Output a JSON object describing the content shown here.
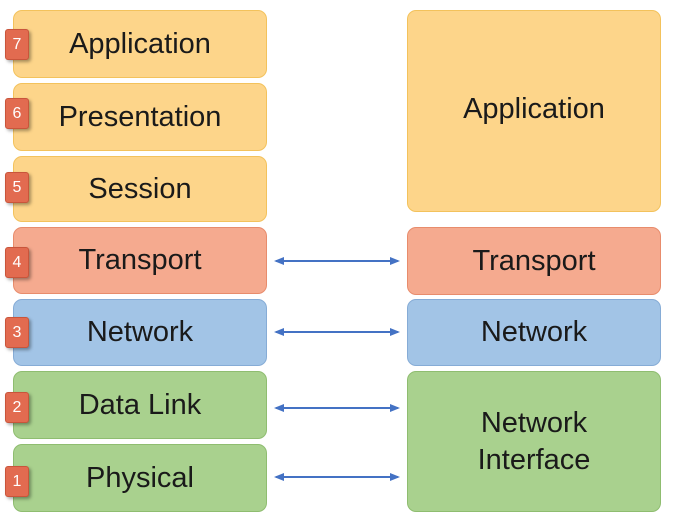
{
  "osi_model": {
    "layers": [
      {
        "number": "7",
        "name": "Application"
      },
      {
        "number": "6",
        "name": "Presentation"
      },
      {
        "number": "5",
        "name": "Session"
      },
      {
        "number": "4",
        "name": "Transport"
      },
      {
        "number": "3",
        "name": "Network"
      },
      {
        "number": "2",
        "name": "Data Link"
      },
      {
        "number": "1",
        "name": "Physical"
      }
    ]
  },
  "tcp_ip_model": {
    "layers": [
      {
        "name": "Application"
      },
      {
        "name": "Transport"
      },
      {
        "name": "Network"
      },
      {
        "name": "Network\nInterface"
      }
    ]
  },
  "colors": {
    "application": "#fdd58a",
    "transport": "#f5aa8f",
    "network": "#a2c4e6",
    "link": "#a9d18e",
    "badge": "#e26b50",
    "arrow": "#4472c4"
  }
}
